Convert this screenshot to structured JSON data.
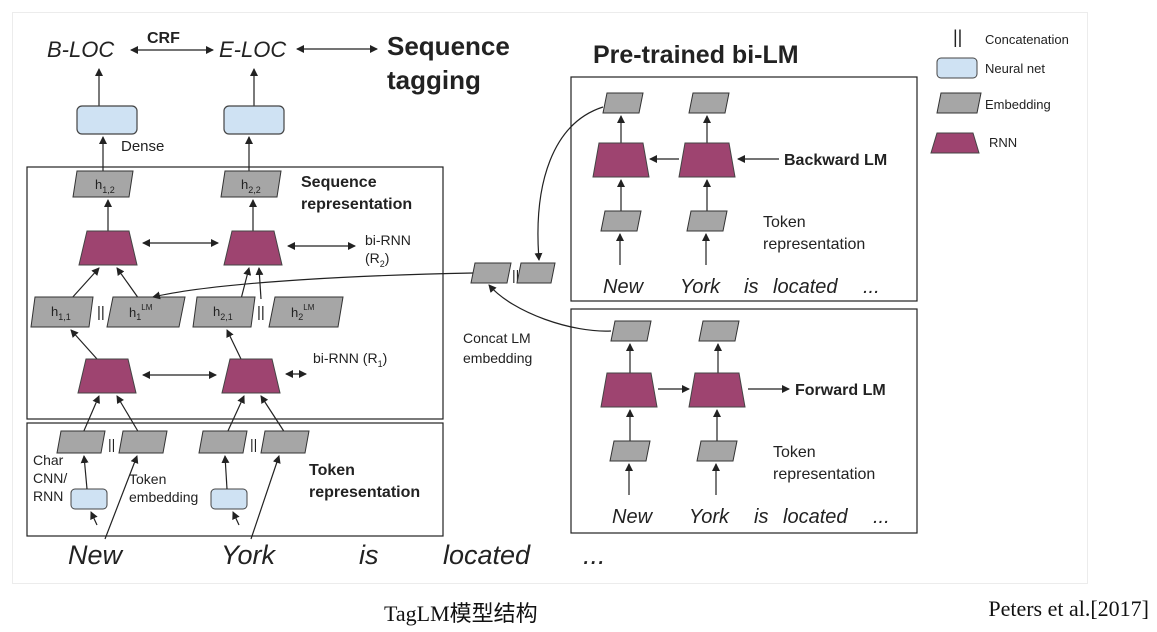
{
  "top": {
    "b_loc": "B-LOC",
    "e_loc": "E-LOC",
    "crf": "CRF",
    "sequence_tagging_line1": "Sequence",
    "sequence_tagging_line2": "tagging",
    "dense": "Dense"
  },
  "sequence_box": {
    "title_line1": "Sequence",
    "title_line2": "representation",
    "h12": {
      "base": "h",
      "sub": "1,2"
    },
    "h22": {
      "base": "h",
      "sub": "2,2"
    },
    "h11": {
      "base": "h",
      "sub": "1,1"
    },
    "h1lm": {
      "base": "h",
      "sub": "1",
      "sup": "LM"
    },
    "h21": {
      "base": "h",
      "sub": "2,1"
    },
    "h2lm": {
      "base": "h",
      "sub": "2",
      "sup": "LM"
    },
    "concat_bar": "||",
    "birnn2_line1": "bi-RNN",
    "birnn2_line2": "(R",
    "birnn2_sub": "2",
    "birnn2_close": ")",
    "birnn1": "bi-RNN (R",
    "birnn1_sub": "1",
    "birnn1_close": ")"
  },
  "token_box": {
    "title_line1": "Token",
    "title_line2": "representation",
    "char_line1": "Char",
    "char_line2": "CNN/",
    "char_line3": "RNN",
    "tok_line1": "Token",
    "tok_line2": "embedding"
  },
  "words": [
    "New",
    "York",
    "is",
    "located",
    "..."
  ],
  "concat_lm": {
    "line1": "Concat LM",
    "line2": "embedding"
  },
  "pretrained": {
    "title": "Pre-trained bi-LM",
    "backward": "Backward LM",
    "forward": "Forward LM",
    "token_rep_line1": "Token",
    "token_rep_line2": "representation",
    "words": [
      "New",
      "York",
      "is",
      "located",
      "..."
    ]
  },
  "legend": {
    "concat_symbol": "||",
    "concatenation": "Concatenation",
    "neural_net": "Neural net",
    "embedding": "Embedding",
    "rnn": "RNN"
  },
  "colors": {
    "rnn": "#9e4470",
    "neural_net": "#cfe2f3",
    "embedding": "#a6a6a6"
  },
  "caption": "TagLM模型结构",
  "citation": "Peters et al.[2017]"
}
